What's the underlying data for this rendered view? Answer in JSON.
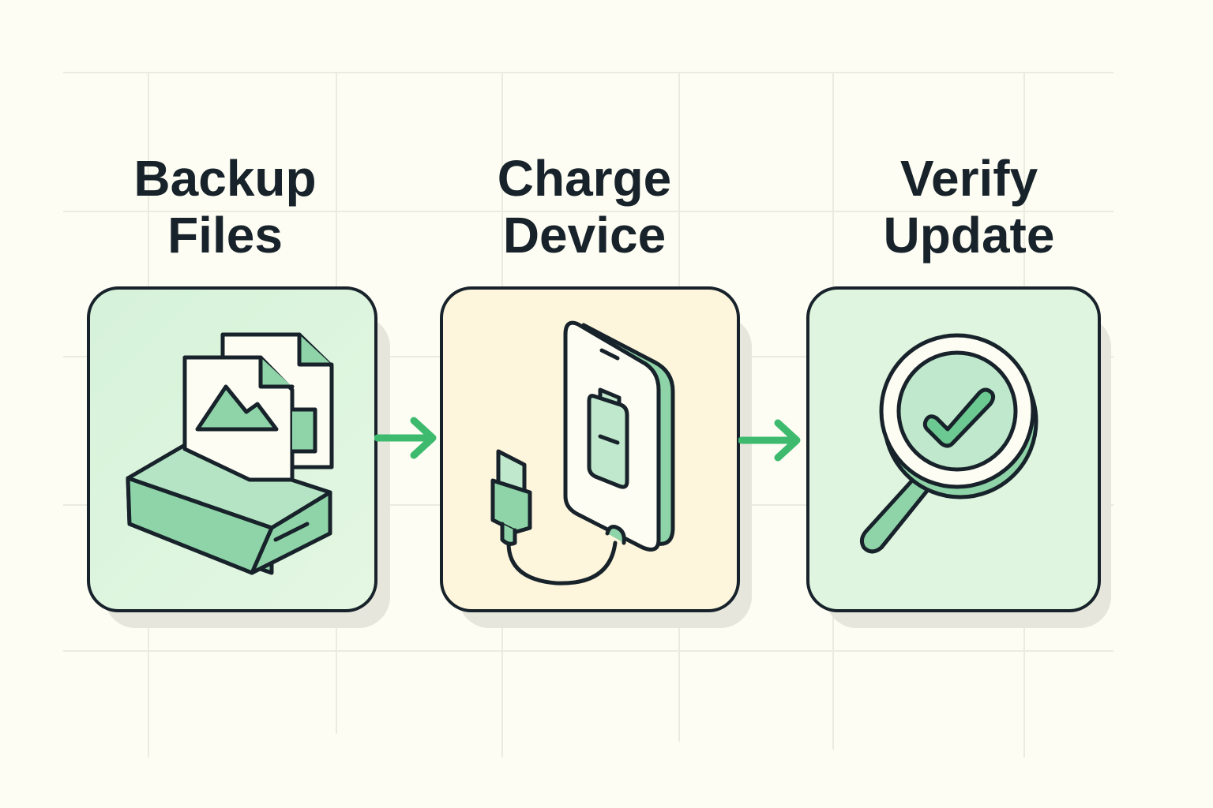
{
  "diagram": {
    "type": "process-flow",
    "steps": [
      {
        "title_line1": "Backup",
        "title_line2": "Files",
        "icon": "hard-drive-with-files-icon",
        "bg": "#dff5df"
      },
      {
        "title_line1": "Charge",
        "title_line2": "Device",
        "icon": "phone-charging-icon",
        "bg": "#fdf5dc"
      },
      {
        "title_line1": "Verify",
        "title_line2": "Update",
        "icon": "magnifier-check-icon",
        "bg": "#dff5df"
      }
    ],
    "connectors": [
      {
        "from": 0,
        "to": 1,
        "icon": "arrow-right-icon"
      },
      {
        "from": 1,
        "to": 2,
        "icon": "arrow-right-icon"
      }
    ],
    "colors": {
      "background": "#fdfdf3",
      "grid": "#ecebe0",
      "outline": "#17222a",
      "accent": "#3dba6e",
      "icon_fill": "#8fd4a8",
      "icon_fill_light": "#bfe8cc"
    }
  }
}
